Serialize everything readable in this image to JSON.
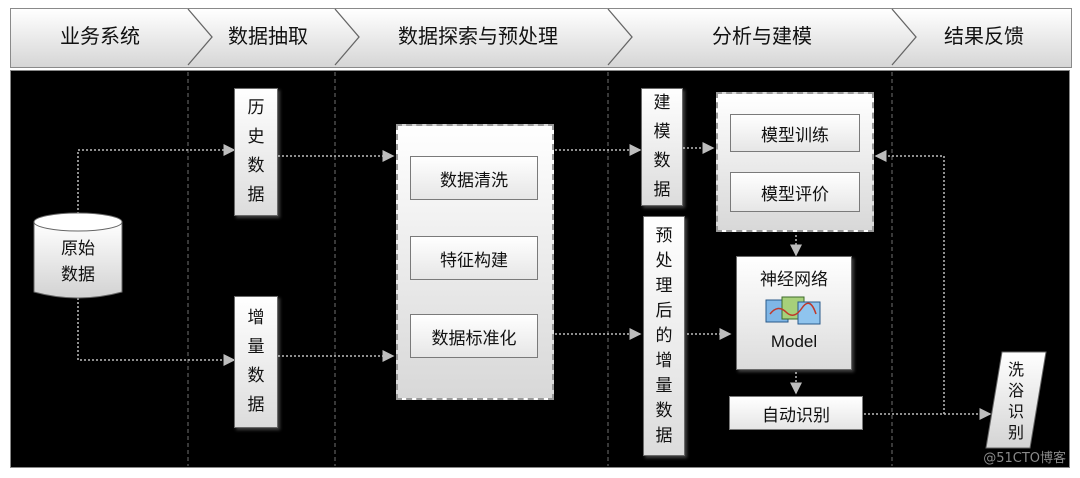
{
  "stages": [
    "业务系统",
    "数据抽取",
    "数据探索与预处理",
    "分析与建模",
    "结果反馈"
  ],
  "source": {
    "label_line1": "原始",
    "label_line2": "数据"
  },
  "historical_data": [
    "历",
    "史",
    "数",
    "据"
  ],
  "incremental_data": [
    "增",
    "量",
    "数",
    "据"
  ],
  "preprocessing": {
    "steps": [
      "数据清洗",
      "特征构建",
      "数据标准化"
    ]
  },
  "modeling_data": [
    "建",
    "模",
    "数",
    "据"
  ],
  "processed_incremental": [
    "预",
    "处",
    "理",
    "后",
    "的",
    "增",
    "量",
    "数",
    "据"
  ],
  "model": {
    "training": "模型训练",
    "evaluation": "模型评价"
  },
  "neural_net": {
    "title": "神经网络",
    "caption": "Model"
  },
  "auto_identify": "自动识别",
  "result": [
    "洗",
    "浴",
    "识",
    "别"
  ],
  "watermark": "@51CTO博客",
  "colors": {
    "background": "#000000",
    "box_light": "#ffffff",
    "box_dark": "#d6d6d6",
    "arrow": "#bdbdbd"
  }
}
